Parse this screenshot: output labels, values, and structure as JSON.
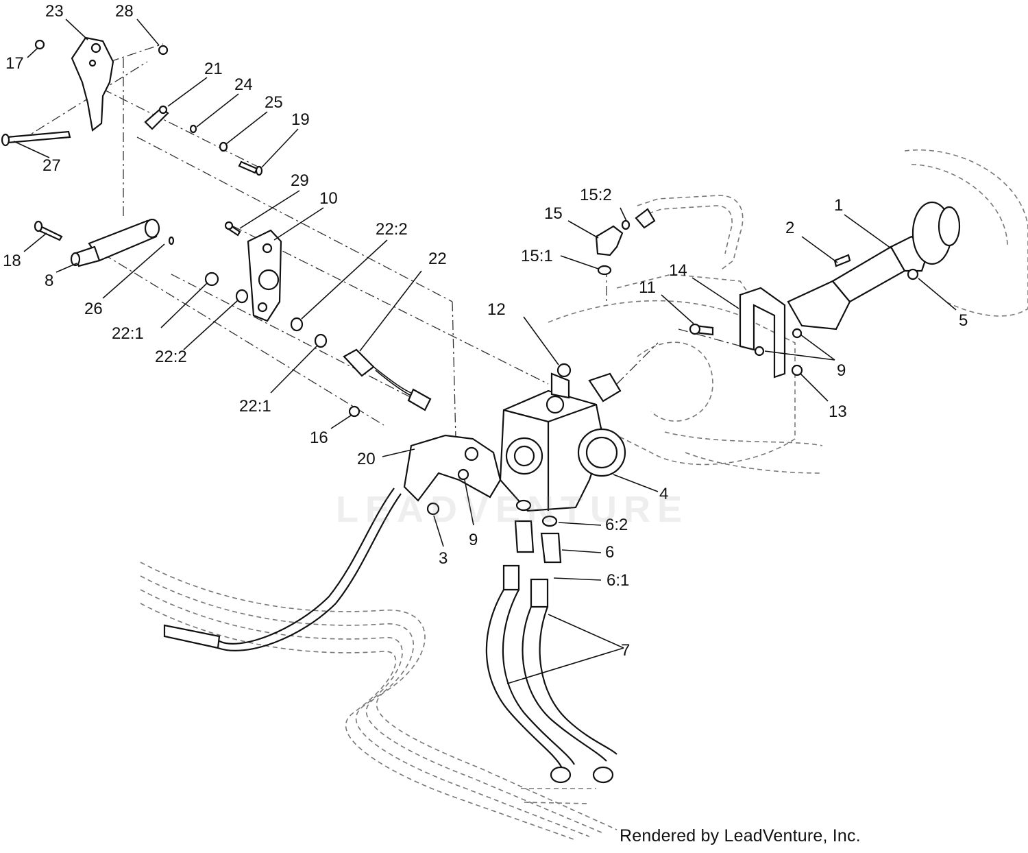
{
  "footer": {
    "text": "Rendered by LeadVenture, Inc."
  },
  "watermark": {
    "text": "LEADVENTURE"
  },
  "callouts": [
    {
      "id": "c23",
      "text": "23"
    },
    {
      "id": "c28",
      "text": "28"
    },
    {
      "id": "c17",
      "text": "17"
    },
    {
      "id": "c21",
      "text": "21"
    },
    {
      "id": "c24",
      "text": "24"
    },
    {
      "id": "c25",
      "text": "25"
    },
    {
      "id": "c19",
      "text": "19"
    },
    {
      "id": "c27",
      "text": "27"
    },
    {
      "id": "c29",
      "text": "29"
    },
    {
      "id": "c10",
      "text": "10"
    },
    {
      "id": "c22_2a",
      "text": "22:2"
    },
    {
      "id": "c22",
      "text": "22"
    },
    {
      "id": "c18",
      "text": "18"
    },
    {
      "id": "c8",
      "text": "8"
    },
    {
      "id": "c26",
      "text": "26"
    },
    {
      "id": "c22_1a",
      "text": "22:1"
    },
    {
      "id": "c22_2b",
      "text": "22:2"
    },
    {
      "id": "c22_1b",
      "text": "22:1"
    },
    {
      "id": "c16",
      "text": "16"
    },
    {
      "id": "c20",
      "text": "20"
    },
    {
      "id": "c3",
      "text": "3"
    },
    {
      "id": "c9a",
      "text": "9"
    },
    {
      "id": "c15_2",
      "text": "15:2"
    },
    {
      "id": "c15",
      "text": "15"
    },
    {
      "id": "c15_1",
      "text": "15:1"
    },
    {
      "id": "c12",
      "text": "12"
    },
    {
      "id": "c11",
      "text": "11"
    },
    {
      "id": "c14",
      "text": "14"
    },
    {
      "id": "c2",
      "text": "2"
    },
    {
      "id": "c1",
      "text": "1"
    },
    {
      "id": "c5",
      "text": "5"
    },
    {
      "id": "c9b",
      "text": "9"
    },
    {
      "id": "c13",
      "text": "13"
    },
    {
      "id": "c4",
      "text": "4"
    },
    {
      "id": "c6_2",
      "text": "6:2"
    },
    {
      "id": "c6",
      "text": "6"
    },
    {
      "id": "c6_1",
      "text": "6:1"
    },
    {
      "id": "c7",
      "text": "7"
    }
  ]
}
